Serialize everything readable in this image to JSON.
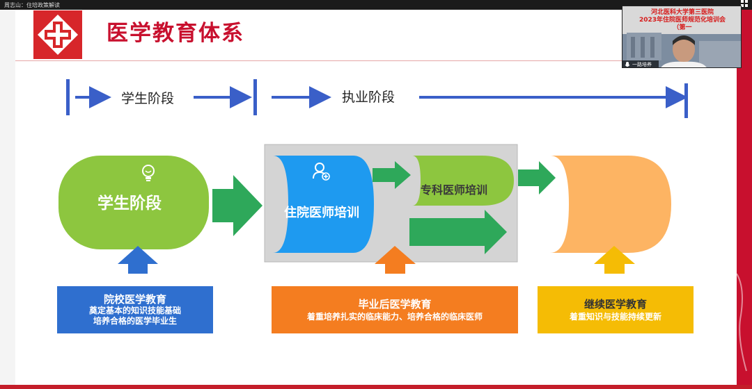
{
  "window": {
    "title": "周志山：住培政策解读",
    "menu_icon": "grid-menu-icon"
  },
  "slide": {
    "title": "医学教育体系",
    "timeline": {
      "stage1": "学生阶段",
      "stage2": "执业阶段"
    },
    "process": {
      "student_stage": "学生阶段",
      "resident_training": "住院医师培训",
      "specialist_training": "专科医师培训"
    },
    "education": {
      "college": {
        "title": "院校医学教育",
        "line1": "奠定基本的知识技能基础",
        "line2": "培养合格的医学毕业生"
      },
      "postgraduate": {
        "title": "毕业后医学教育",
        "line1": "着重培养扎实的临床能力、培养合格的临床医师"
      },
      "continuing": {
        "title": "继续医学教育",
        "line1": "着重知识与技能持续更新"
      }
    }
  },
  "video": {
    "banner_line1": "河北医科大学第三医院",
    "banner_line2": "2023年住院医师规范化培训会",
    "banner_line3": "（第一",
    "speaker_name": "一路培养"
  },
  "colors": {
    "brand_red": "#c8102e",
    "green": "#8dc63f",
    "arrow_green": "#2ea85a",
    "blue": "#1e9af0",
    "orange": "#fdb463",
    "box_blue": "#2f6fcf",
    "box_orange": "#f47d20",
    "box_yellow": "#f5bc05",
    "timeline_blue": "#3a5fc8"
  }
}
